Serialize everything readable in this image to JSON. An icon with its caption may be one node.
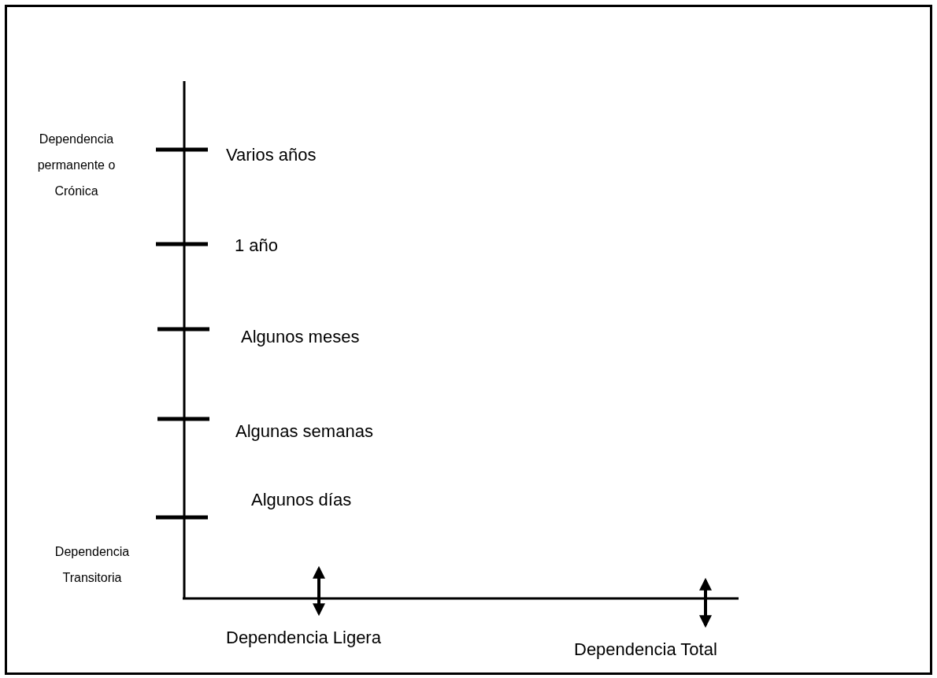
{
  "diagram": {
    "labels": [
      "Dependencia permanente o Crónica",
      "Varios años",
      "1 año",
      "Algunos meses",
      "Algunas semanas",
      "Algunos días",
      "Dependencia Transitoria",
      "Dependencia Ligera",
      "Dependencia Total"
    ]
  }
}
